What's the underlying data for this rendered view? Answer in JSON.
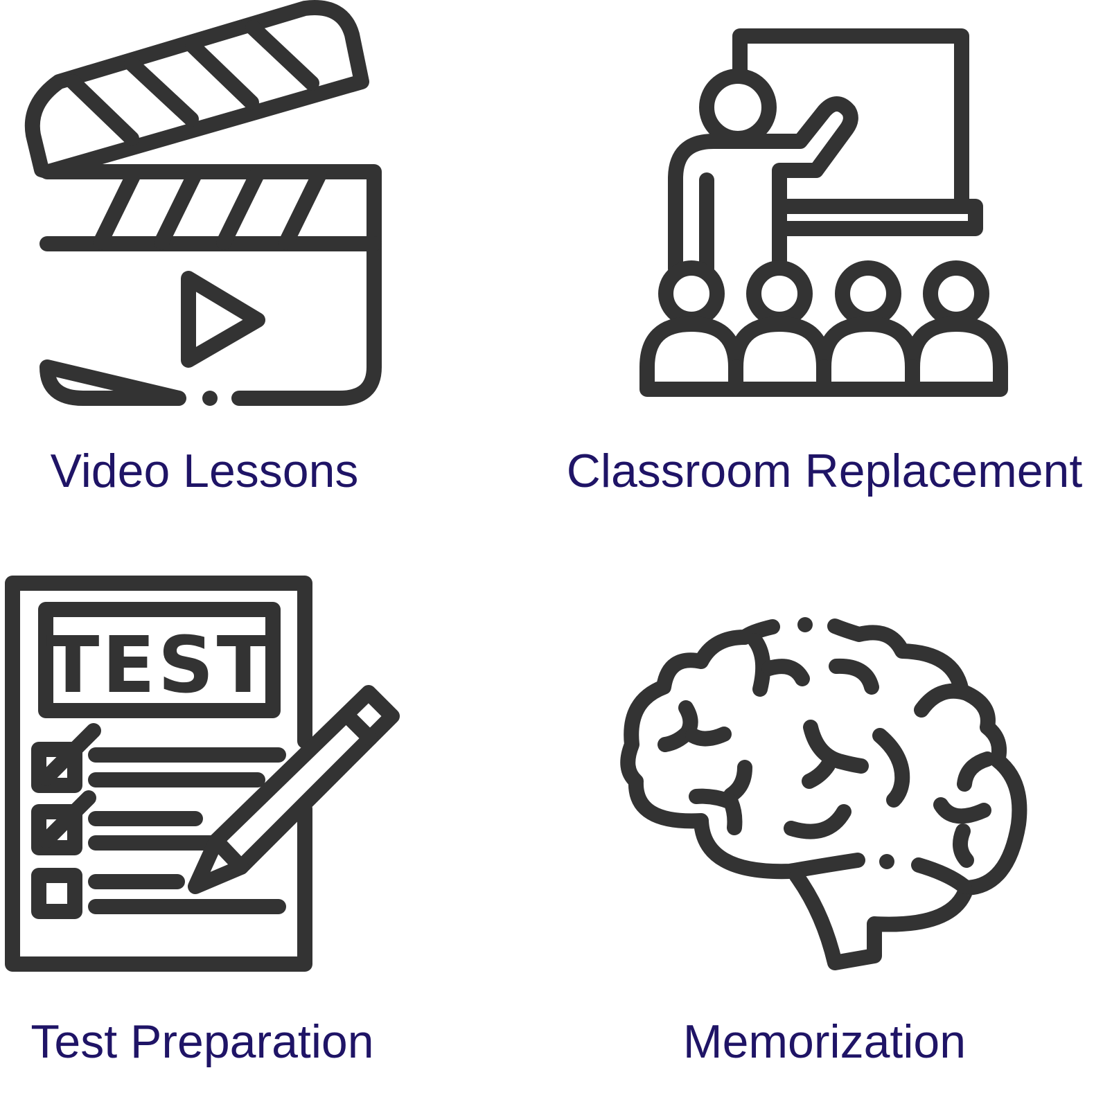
{
  "colors": {
    "icon_ink": "#333333",
    "label_text": "#1f1466",
    "background": "#ffffff"
  },
  "tiles": [
    {
      "label": "Video Lessons",
      "icon": "clapperboard-play-icon"
    },
    {
      "label": "Classroom Replacement",
      "icon": "teacher-classroom-icon"
    },
    {
      "label": "Test Preparation",
      "icon": "test-checklist-pencil-icon"
    },
    {
      "label": "Memorization",
      "icon": "brain-icon"
    }
  ],
  "test_icon": {
    "sheet_heading": "TEST"
  }
}
